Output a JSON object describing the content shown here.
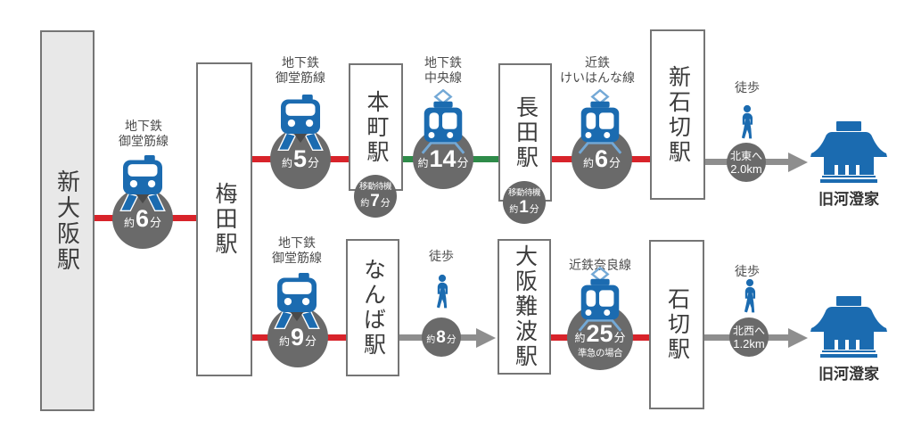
{
  "stations": {
    "shin_osaka": "新大阪駅",
    "umeda": "梅田駅",
    "hommachi": "本町駅",
    "nagata": "長田駅",
    "shin_ishikiri": "新石切駅",
    "namba": "なんば駅",
    "osaka_namba": "大阪難波駅",
    "ishikiri": "石切駅"
  },
  "destinations": {
    "top": "旧河澄家",
    "bottom": "旧河澄家"
  },
  "rail_legs": {
    "shin_osaka_umeda": {
      "line_name_1": "地下鉄",
      "line_name_2": "御堂筋線",
      "time_prefix": "約",
      "time_value": "6",
      "time_unit": "分"
    },
    "umeda_hommachi": {
      "line_name_1": "地下鉄",
      "line_name_2": "御堂筋線",
      "time_prefix": "約",
      "time_value": "5",
      "time_unit": "分"
    },
    "hommachi_nagata": {
      "line_name_1": "地下鉄",
      "line_name_2": "中央線",
      "time_prefix": "約",
      "time_value": "14",
      "time_unit": "分"
    },
    "nagata_shin_ishikiri": {
      "line_name_1": "近鉄",
      "line_name_2": "けいはんな線",
      "time_prefix": "約",
      "time_value": "6",
      "time_unit": "分"
    },
    "umeda_namba": {
      "line_name_1": "地下鉄",
      "line_name_2": "御堂筋線",
      "time_prefix": "約",
      "time_value": "9",
      "time_unit": "分"
    },
    "osaka_namba_ishikiri": {
      "line_name": "近鉄奈良線",
      "time_prefix": "約",
      "time_value": "25",
      "time_unit": "分",
      "note": "準急の場合"
    }
  },
  "walk_legs": {
    "namba_to_osaka_namba": {
      "label": "徒歩",
      "time_prefix": "約",
      "time_value": "8",
      "time_unit": "分"
    },
    "shin_ishikiri_to_dest": {
      "label": "徒歩",
      "direction": "北東へ",
      "distance": "2.0km"
    },
    "ishikiri_to_dest": {
      "label": "徒歩",
      "direction": "北西へ",
      "distance": "1.2km"
    }
  },
  "transfers": {
    "hommachi": {
      "label": "移動待機",
      "time_prefix": "約",
      "time_value": "7",
      "time_unit": "分"
    },
    "nagata": {
      "label": "移動待機",
      "time_prefix": "約",
      "time_value": "1",
      "time_unit": "分"
    }
  },
  "colors": {
    "midosuji_red": "#d8232a",
    "chuo_green": "#2e8b49",
    "walk_gray": "#8e8e8e",
    "time_circle_gray": "#6a6a6a",
    "icon_blue": "#1b6bb0",
    "start_station_fill": "#e8e8e8"
  }
}
